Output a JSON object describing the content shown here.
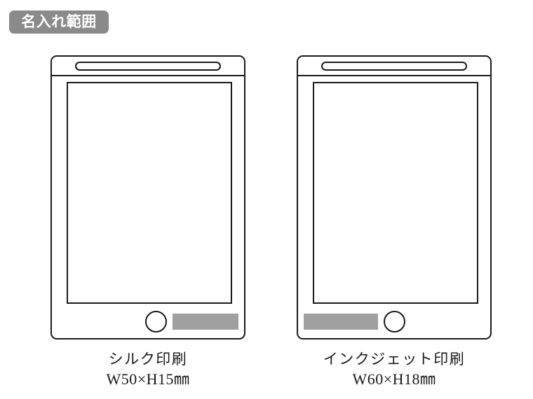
{
  "badge": {
    "label": "名入れ範囲",
    "background_color": "#8a8a8a",
    "text_color": "#ffffff"
  },
  "colors": {
    "outline": "#1a1a1a",
    "print_area_fill": "#a0a0a0",
    "background": "#ffffff"
  },
  "figures": [
    {
      "id": "silk",
      "device": "tablet-outline",
      "print_area_position": "right-of-home-button",
      "caption_title": "シルク印刷",
      "caption_size": "W50×H15㎜",
      "print_width_mm": 50,
      "print_height_mm": 15
    },
    {
      "id": "inkjet",
      "device": "tablet-outline",
      "print_area_position": "left-of-home-button",
      "caption_title": "インクジェット印刷",
      "caption_size": "W60×H18㎜",
      "print_width_mm": 60,
      "print_height_mm": 18
    }
  ]
}
